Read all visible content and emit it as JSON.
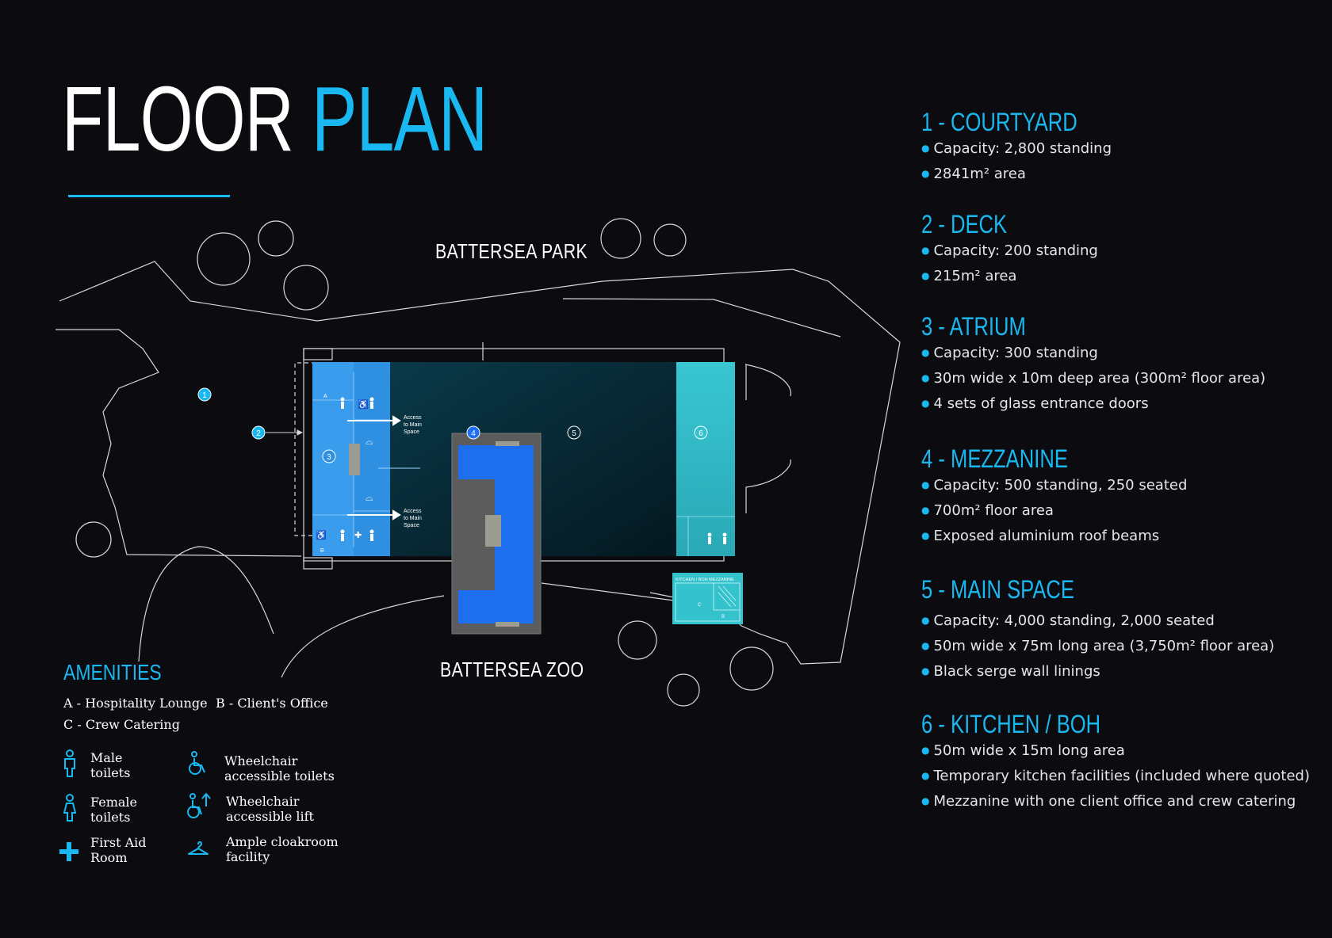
{
  "title": {
    "word1": "FLOOR",
    "word2": "PLAN"
  },
  "map": {
    "north_label": "BATTERSEA PARK",
    "south_label": "BATTERSEA ZOO",
    "markers": [
      "1",
      "2",
      "3",
      "4",
      "5",
      "6"
    ],
    "access_label": [
      "Access",
      "to Main",
      "Space"
    ],
    "kitchen_label": "KITCHEN / BOH MEZZANINE",
    "room_letters": {
      "a": "A",
      "b": "B",
      "c": "C"
    }
  },
  "amenities": {
    "heading": "AMENITIES",
    "rooms_line1_a": "A - Hospitality Lounge",
    "rooms_line1_b": "B - Client's Office",
    "rooms_line2": "C - Crew Catering",
    "legend": [
      {
        "icon": "male-icon",
        "line1": "Male",
        "line2": "toilets"
      },
      {
        "icon": "wheelchair-icon",
        "line1": "Wheelchair",
        "line2": "accessible toilets"
      },
      {
        "icon": "female-icon",
        "line1": "Female",
        "line2": "toilets"
      },
      {
        "icon": "lift-icon",
        "line1": "Wheelchair",
        "line2": "accessible lift"
      },
      {
        "icon": "first-aid-icon",
        "line1": "First Aid",
        "line2": "Room"
      },
      {
        "icon": "hanger-icon",
        "line1": "Ample cloakroom",
        "line2": "facility"
      }
    ]
  },
  "sections": [
    {
      "title": "1 - COURTYARD",
      "items": [
        "Capacity: 2,800 standing",
        "2841m² area"
      ]
    },
    {
      "title": "2 - DECK",
      "items": [
        "Capacity: 200 standing",
        "215m² area"
      ]
    },
    {
      "title": "3 - ATRIUM",
      "items": [
        "Capacity: 300 standing",
        "30m wide x 10m deep area (300m² floor area)",
        "4 sets of glass entrance doors"
      ]
    },
    {
      "title": "4 - MEZZANINE",
      "items": [
        "Capacity: 500 standing, 250 seated",
        "700m² floor area",
        "Exposed aluminium roof beams"
      ]
    },
    {
      "title": "5 - MAIN SPACE",
      "items": [
        "Capacity: 4,000 standing, 2,000 seated",
        "50m wide x 75m long area (3,750m² floor area)",
        "Black serge wall linings"
      ]
    },
    {
      "title": "6 - KITCHEN / BOH",
      "items": [
        "50m wide x 15m long area",
        "Temporary kitchen facilities (included where quoted)",
        "Mezzanine with one client office and crew catering"
      ]
    }
  ],
  "colors": {
    "accent": "#1ab8f0",
    "background": "#0b0b10",
    "atrium": "#2f8fe0",
    "mezzanine": "#1e6ef0",
    "kitchen": "#34c3cc"
  }
}
